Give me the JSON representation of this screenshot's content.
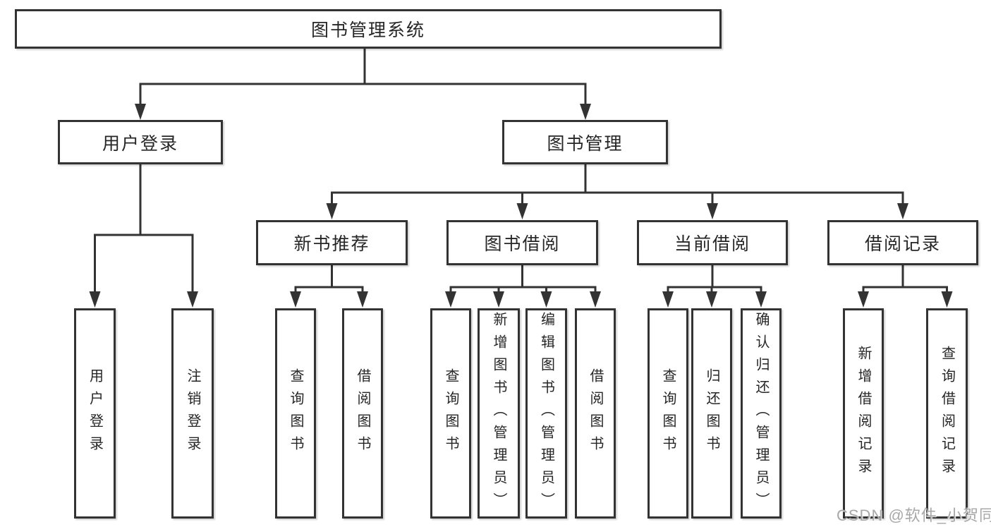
{
  "diagram": {
    "root": {
      "label": "图书管理系统"
    },
    "level2": [
      {
        "id": "user-login",
        "label": "用户登录"
      },
      {
        "id": "book-management",
        "label": "图书管理"
      }
    ],
    "level3": [
      {
        "id": "new-book-recommend",
        "label": "新书推荐"
      },
      {
        "id": "book-borrow",
        "label": "图书借阅"
      },
      {
        "id": "current-borrow",
        "label": "当前借阅"
      },
      {
        "id": "borrow-records",
        "label": "借阅记录"
      }
    ],
    "leaves": [
      {
        "parent": "user-login",
        "label": "用户登录"
      },
      {
        "parent": "user-login",
        "label": "注销登录"
      },
      {
        "parent": "new-book-recommend",
        "label": "查询图书"
      },
      {
        "parent": "new-book-recommend",
        "label": "借阅图书"
      },
      {
        "parent": "book-borrow",
        "label": "查询图书"
      },
      {
        "parent": "book-borrow",
        "label": "新增图书（管理员）"
      },
      {
        "parent": "book-borrow",
        "label": "编辑图书（管理员）"
      },
      {
        "parent": "book-borrow",
        "label": "借阅图书"
      },
      {
        "parent": "current-borrow",
        "label": "查询图书"
      },
      {
        "parent": "current-borrow",
        "label": "归还图书"
      },
      {
        "parent": "current-borrow",
        "label": "确认归还（管理员）"
      },
      {
        "parent": "borrow-records",
        "label": "新增借阅记录"
      },
      {
        "parent": "borrow-records",
        "label": "查询借阅记录"
      }
    ]
  },
  "watermark": {
    "text": "CSDN @软件_小贺同学"
  },
  "colors": {
    "line": "#333333",
    "border": "#333333",
    "text": "#262626",
    "watermark": "#a8a8a8",
    "background": "#ffffff"
  }
}
